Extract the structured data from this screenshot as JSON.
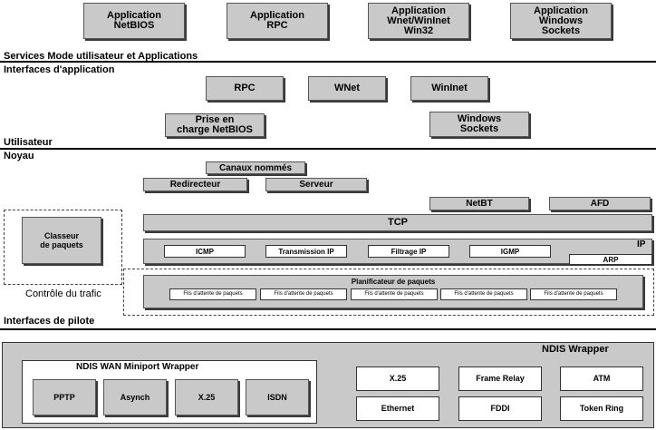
{
  "apps": {
    "netbios": "Application\nNetBIOS",
    "rpc": "Application\nRPC",
    "wnet": "Application\nWnet/WinInet\nWin32",
    "sockets": "Application\nWindows\nSockets"
  },
  "sections": {
    "services": "Services Mode utilisateur et Applications",
    "interfaces_app": "Interfaces d'application",
    "utilisateur": "Utilisateur",
    "noyau": "Noyau",
    "controle": "Contrôle du trafic",
    "interfaces_pilote": "Interfaces de pilote"
  },
  "api": {
    "rpc": "RPC",
    "wnet": "WNet",
    "wininet": "WinInet",
    "netbios_support": "Prise en\ncharge NetBIOS",
    "windows_sockets": "Windows\nSockets"
  },
  "kernel": {
    "canaux": "Canaux nommés",
    "redirecteur": "Redirecteur",
    "serveur": "Serveur",
    "netbt": "NetBT",
    "afd": "AFD",
    "tcp": "TCP",
    "ip": "IP",
    "arp": "ARP",
    "classeur": "Classeur\nde paquets",
    "ip_items": [
      "ICMP",
      "Transmission IP",
      "Filtrage IP",
      "IGMP"
    ]
  },
  "traffic": {
    "planificateur": "Planificateur de paquets",
    "queues": [
      "Fils d'attente de paquets",
      "Fils d'attente de paquets",
      "Fils d'attente de paquets",
      "Fils d'attente de paquets",
      "Fils d'attente de paquets"
    ]
  },
  "ndis": {
    "wrapper": "NDIS Wrapper",
    "wan_wrapper": "NDIS WAN Miniport Wrapper",
    "wan_items": [
      "PPTP",
      "Asynch",
      "X.25",
      "ISDN"
    ],
    "lan_items": [
      "X.25",
      "Frame Relay",
      "ATM",
      "Ethernet",
      "FDDI",
      "Token Ring"
    ]
  }
}
